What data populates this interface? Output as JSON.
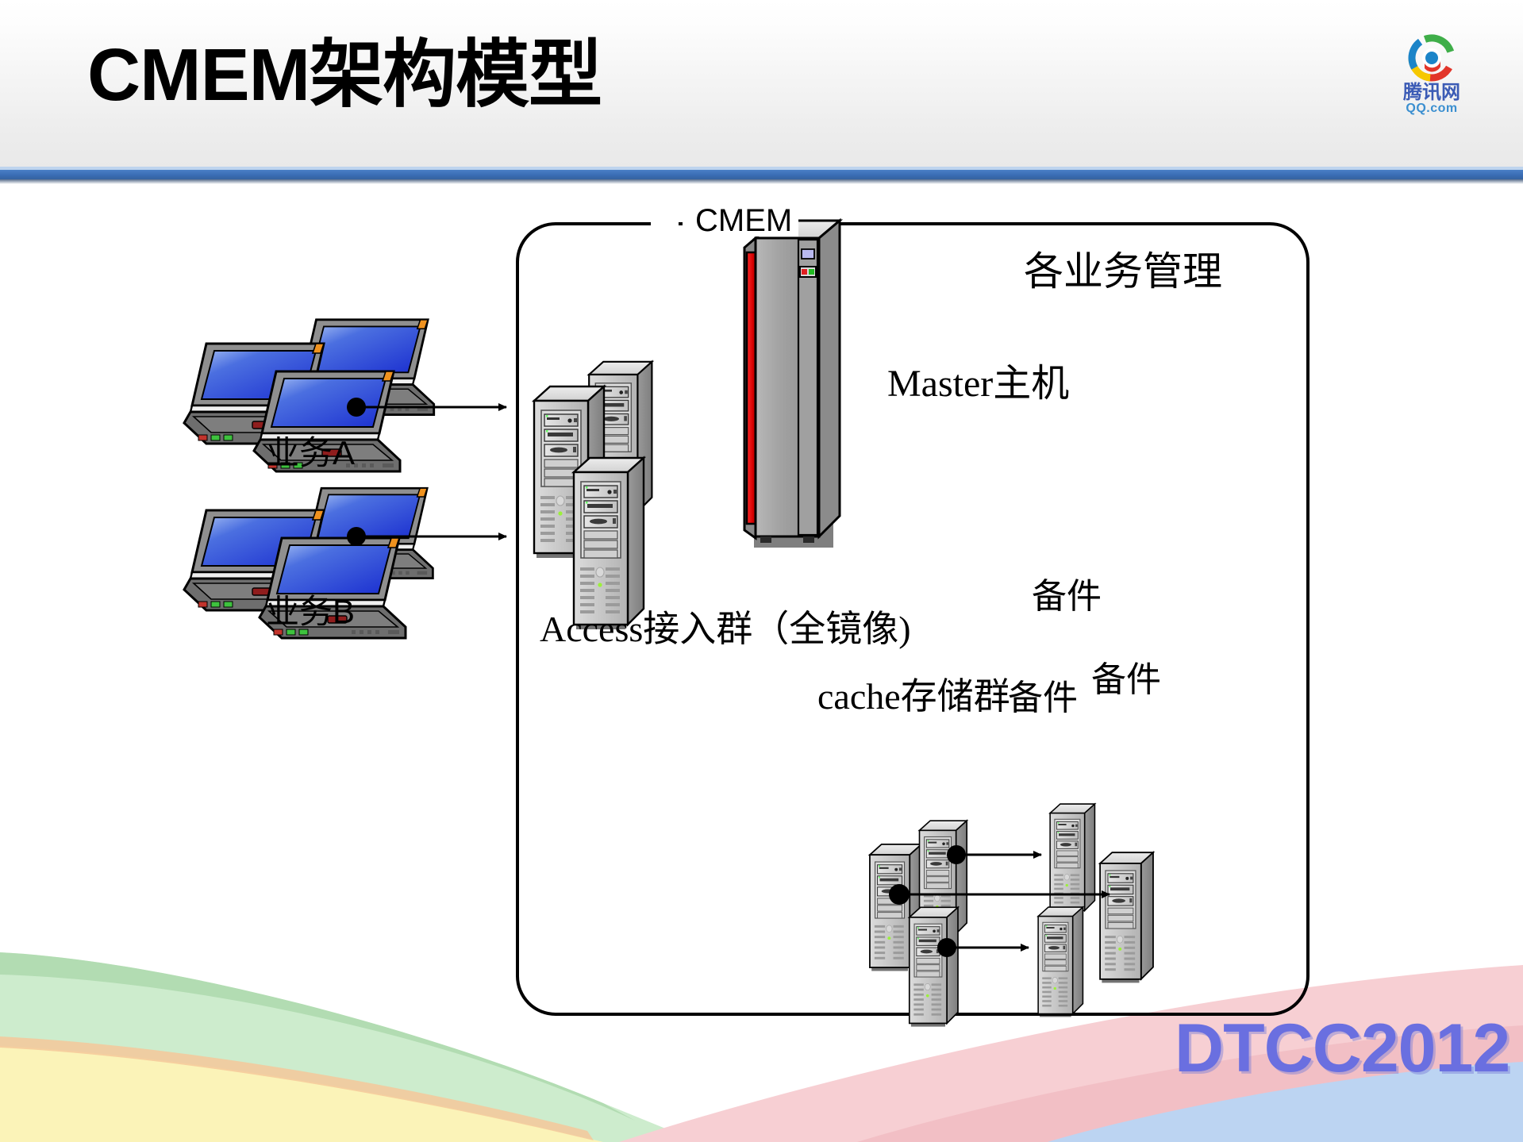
{
  "slide": {
    "title": "CMEM架构模型",
    "footer_brand": "DTCC2012"
  },
  "logo": {
    "name": "腾讯网",
    "domain": "QQ.com",
    "icon": "tencent-circle-logo",
    "colors": {
      "green": "#3fae49",
      "red": "#e2352a",
      "yellow": "#f6c800",
      "blue": "#1b84c8"
    }
  },
  "theme": {
    "header_rule": "#3a6db5",
    "header_hairline": "#bed4ee",
    "title_color": "#000000",
    "dtcc_color": "#6a6fe0",
    "swoosh_green": "#cdeccd",
    "swoosh_green_dark": "#a8d7a8",
    "swoosh_yellow": "#fbf3b8",
    "swoosh_orange": "#f4c89a",
    "swoosh_pink": "#f9cfd6",
    "swoosh_rose": "#f6c3c8",
    "swoosh_blue": "#bcd4f2"
  },
  "diagram": {
    "boundary_label": "CMEM",
    "clients": [
      {
        "id": "client-a",
        "label": "业务A",
        "laptop_count": 3
      },
      {
        "id": "client-b",
        "label": "业务B",
        "laptop_count": 3
      }
    ],
    "master": {
      "label": "Master主机",
      "annotation": "各业务管理",
      "accent_color": "#cc0000"
    },
    "access_cluster": {
      "label": "Access接入群（全镜像)",
      "server_count": 3
    },
    "cache_cluster": {
      "label": "cache存储群",
      "server_count": 3
    },
    "spares": [
      {
        "id": "spare-1",
        "label": "备件"
      },
      {
        "id": "spare-2",
        "label": "备件"
      },
      {
        "id": "spare-3",
        "label": "备件"
      }
    ],
    "connections": [
      {
        "from": "业务A",
        "to": "Access接入群（全镜像)",
        "style": "dot-to-arrow"
      },
      {
        "from": "业务B",
        "to": "Access接入群（全镜像)",
        "style": "dot-to-arrow"
      },
      {
        "from": "cache存储群",
        "to": "备件",
        "style": "dot-to-arrow"
      },
      {
        "from": "cache存储群",
        "to": "备件",
        "style": "dot-to-arrow"
      },
      {
        "from": "cache存储群",
        "to": "备件",
        "style": "dot-to-arrow"
      }
    ]
  }
}
